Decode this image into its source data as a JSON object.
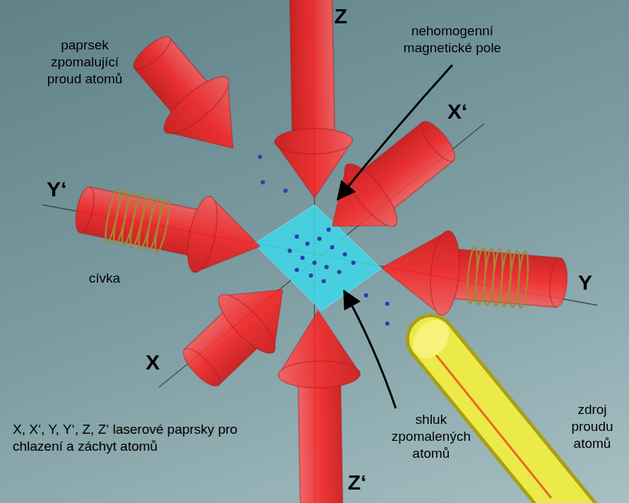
{
  "diagram": {
    "labels": [
      "Z",
      "nehomogenní magnetické pole",
      "paprsek zpomalující proud atomů",
      "X‘",
      "Y‘",
      "cívka",
      "Y",
      "X",
      "X, X‘, Y, Y‘, Z, Z‘ laserové paprsky pro chlazení a záchyt atomů",
      "shluk zpomalených atomů",
      "Z‘",
      "zdroj proudu atomů"
    ]
  }
}
